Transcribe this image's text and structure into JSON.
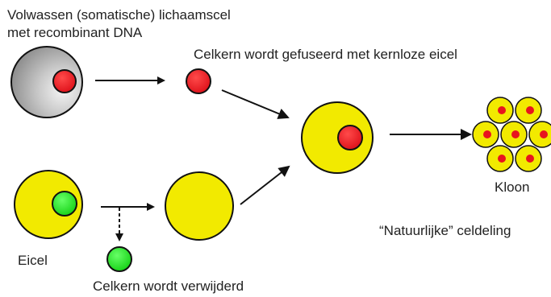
{
  "labels": {
    "somatic_cell_line1": "Volwassen (somatische) lichaamscel",
    "somatic_cell_line2": "met recombinant DNA",
    "fusion": "Celkern wordt gefuseerd met kernloze eicel",
    "clone": "Kloon",
    "egg": "Eicel",
    "natural_division": "“Natuurlijke” celdeling",
    "nucleus_removed": "Celkern wordt verwijderd"
  },
  "colors": {
    "somatic_cytoplasm": "#c8c8c8",
    "egg_cytoplasm": "#f2ea00",
    "donor_nucleus": "#e8141e",
    "egg_nucleus": "#22dd22",
    "outline": "#111111"
  }
}
